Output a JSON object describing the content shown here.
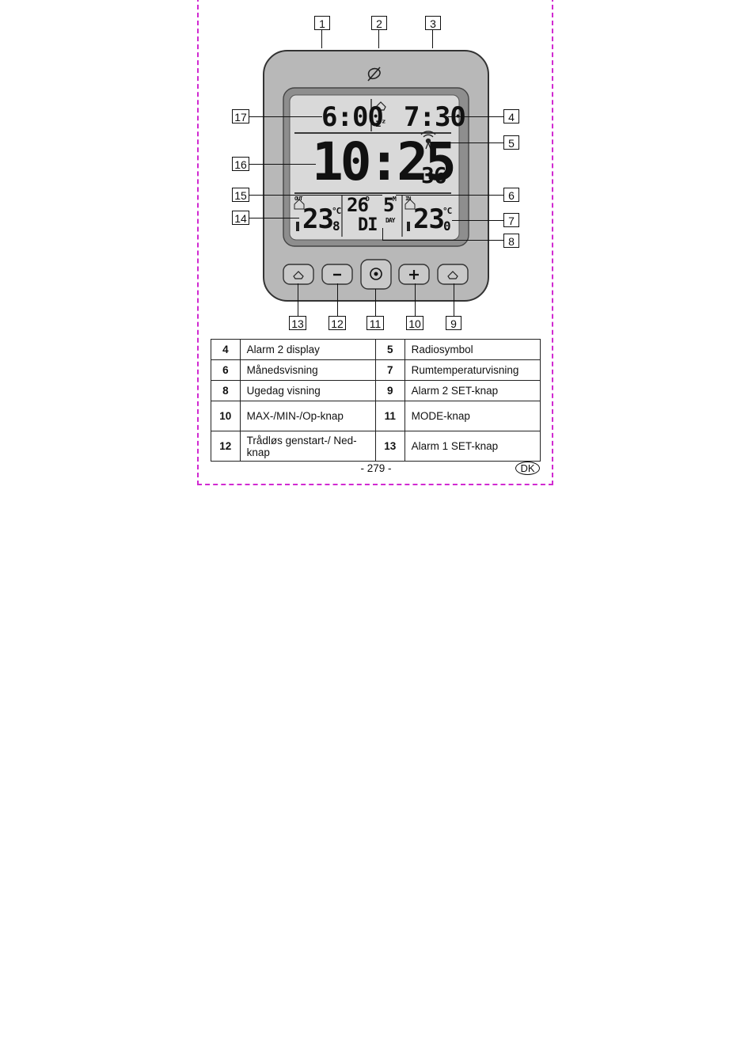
{
  "figure": {
    "callouts": {
      "c1": "1",
      "c2": "2",
      "c3": "3",
      "c4": "4",
      "c5": "5",
      "c6": "6",
      "c7": "7",
      "c8": "8",
      "c9": "9",
      "c10": "10",
      "c11": "11",
      "c12": "12",
      "c13": "13",
      "c14": "14",
      "c15": "15",
      "c16": "16",
      "c17": "17"
    },
    "display": {
      "alarm1_time": "6:00",
      "alarm2_time": "7:30",
      "snooze": "zᶻ",
      "main_time": "10:25",
      "seconds": "36",
      "outdoor_temp": "23",
      "outdoor_temp_decimal": "8",
      "outdoor_unit": "°C",
      "date_day": "26",
      "day_marker": "D",
      "month": "5",
      "month_marker": "M",
      "weekday": "DI",
      "day_label": "DAY",
      "indoor_temp": "23",
      "indoor_temp_decimal": "0",
      "indoor_unit": "°C",
      "outdoor_icon_label": "OUT",
      "indoor_icon_label": "IN"
    }
  },
  "table": {
    "rows": [
      {
        "n1": "4",
        "l1": "Alarm 2 display",
        "n2": "5",
        "l2": "Radiosymbol"
      },
      {
        "n1": "6",
        "l1": "Månedsvisning",
        "n2": "7",
        "l2": "Rumtemperaturvisning"
      },
      {
        "n1": "8",
        "l1": "Ugedag visning",
        "n2": "9",
        "l2": "Alarm 2 SET-knap"
      },
      {
        "n1": "10",
        "l1": "MAX-/MIN-/Op-knap",
        "n2": "11",
        "l2": "MODE-knap"
      },
      {
        "n1": "12",
        "l1": "Trådløs genstart-/ Ned-knap",
        "n2": "13",
        "l2": "Alarm 1 SET-knap"
      }
    ]
  },
  "footer": {
    "page_number": "- 279 -",
    "language": "DK"
  }
}
